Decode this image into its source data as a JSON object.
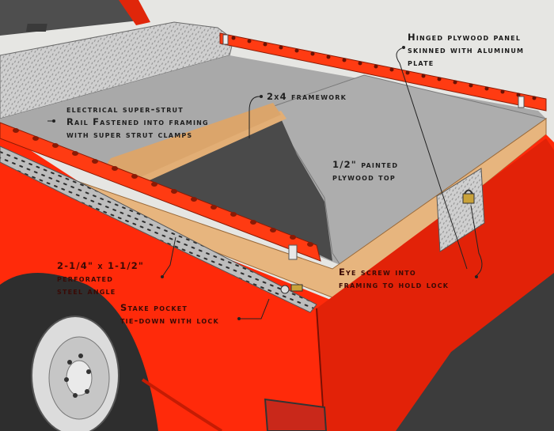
{
  "diagram": {
    "subject": "Pickup truck bed cover build",
    "colors": {
      "background": "#e6e6e3",
      "truck_red": "#ff2a0a",
      "truck_red_shadow": "#d41e05",
      "plywood_top": "#a7a7a7",
      "framing_wood": "#e7b57e",
      "bed_interior": "#4a4a4a",
      "strut_rail": "#ff3b12",
      "diamond_plate": "#c9c9c9",
      "tire": "#2e2e2e",
      "label_text": "#1a1a1a"
    },
    "annotations": [
      {
        "id": "hinged-panel",
        "lines": [
          "Hinged plywood panel",
          "skinned with aluminum",
          "plate"
        ]
      },
      {
        "id": "strut-rail",
        "lines": [
          "electrical super-strut",
          "Rail Fastened into framing",
          "with super strut clamps"
        ]
      },
      {
        "id": "framework",
        "lines": [
          "2x4 framework"
        ]
      },
      {
        "id": "plywood-top",
        "lines": [
          "1/2\" painted",
          "plywood top"
        ]
      },
      {
        "id": "steel-angle",
        "lines": [
          "2-1/4\" x 1-1/2\"",
          "perforated",
          "steel angle"
        ]
      },
      {
        "id": "eye-screw",
        "lines": [
          "Eye screw into",
          "framing to hold lock"
        ]
      },
      {
        "id": "stake-pocket",
        "lines": [
          "Stake pocket",
          "tie-down with lock"
        ]
      }
    ]
  }
}
